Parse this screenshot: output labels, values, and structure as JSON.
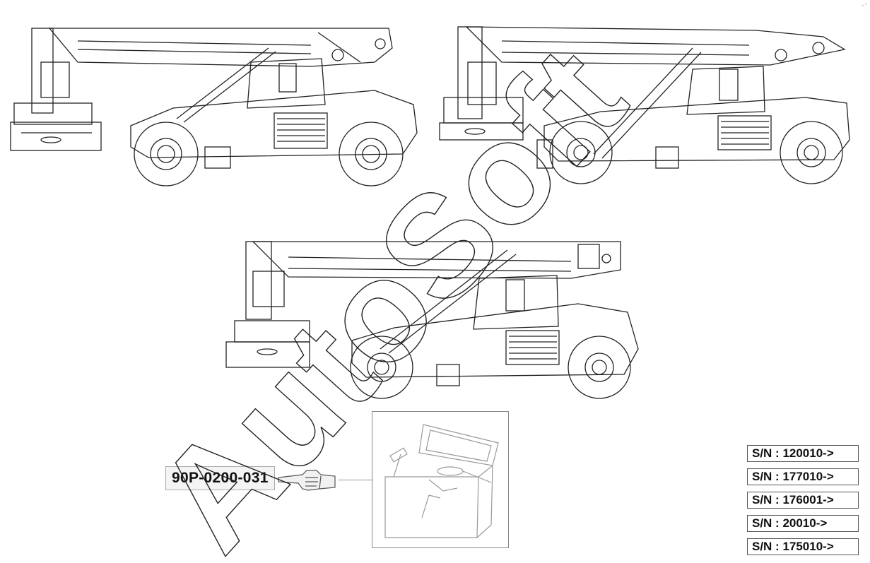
{
  "part_number": "90P-0200-031",
  "watermark": "AutoSoft",
  "serial_numbers": [
    "S/N : 120010->",
    "S/N : 177010->",
    "S/N : 176001->",
    "S/N : 20010->",
    "S/N : 175010->"
  ],
  "icons": {
    "pointer": "pointing-hand-icon",
    "toolbox": "toolbox-icon"
  }
}
